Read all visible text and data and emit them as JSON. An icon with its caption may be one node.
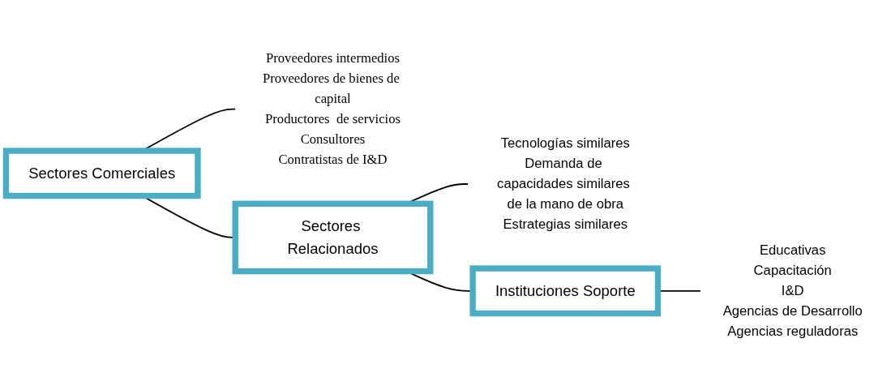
{
  "diagram": {
    "nodes": [
      {
        "text": [
          "Sectores Comerciales"
        ]
      },
      {
        "text": [
          "Proveedores intermedios",
          "Proveedores de bienes de capital",
          "Productores  de servicios",
          "Consultores",
          "Contratistas de I&D"
        ]
      },
      {
        "text": [
          "Sectores Relacionados"
        ]
      },
      {
        "text": [
          "Tecnologías similares",
          "Demanda de capacidades similares de la mano de obra",
          "Estrategias similares"
        ]
      },
      {
        "text": [
          "Instituciones Soporte"
        ]
      },
      {
        "text": [
          "Educativas",
          "Capacitación",
          "I&D",
          "Agencias de Desarrollo",
          "Agencias reguladoras"
        ]
      }
    ],
    "edges": [
      {
        "from": 0,
        "to": 2,
        "arrow": "none"
      },
      {
        "from": 2,
        "to": 4,
        "arrow": "none"
      },
      {
        "from": 0,
        "to": 1,
        "arrow": "none"
      },
      {
        "from": 2,
        "to": 3,
        "arrow": "none"
      },
      {
        "from": 4,
        "to": 5,
        "arrow": "none"
      }
    ]
  }
}
